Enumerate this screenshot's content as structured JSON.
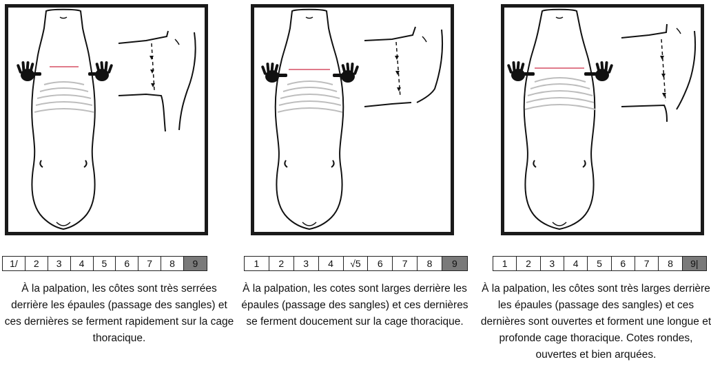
{
  "panels": [
    {
      "scale": [
        "1",
        "2",
        "3",
        "4",
        "5",
        "6",
        "7",
        "8",
        "9"
      ],
      "marked": "1",
      "description": "À la palpation, les côtes sont très serrées derrière les épaules (passage des sangles) et ces dernières se ferment rapidement sur la cage thoracique."
    },
    {
      "scale": [
        "1",
        "2",
        "3",
        "4",
        "5",
        "6",
        "7",
        "8",
        "9"
      ],
      "marked": "5",
      "description": "À la palpation, les cotes sont larges derrière les épaules (passage des sangles) et ces dernières se ferment doucement sur la cage thoracique."
    },
    {
      "scale": [
        "1",
        "2",
        "3",
        "4",
        "5",
        "6",
        "7",
        "8",
        "9"
      ],
      "marked": "9",
      "description": "À la palpation, les côtes sont très larges derrière les épaules (passage des sangles) et ces dernières sont ouvertes et forment une longue et profonde cage thoracique. Cotes rondes, ouvertes et bien arquées."
    }
  ],
  "colors": {
    "frame": "#1a1a1a",
    "girth_line": "#e07a8a",
    "ribs": "#bdbdbd",
    "highlight_cell": "#7a7a7a"
  }
}
